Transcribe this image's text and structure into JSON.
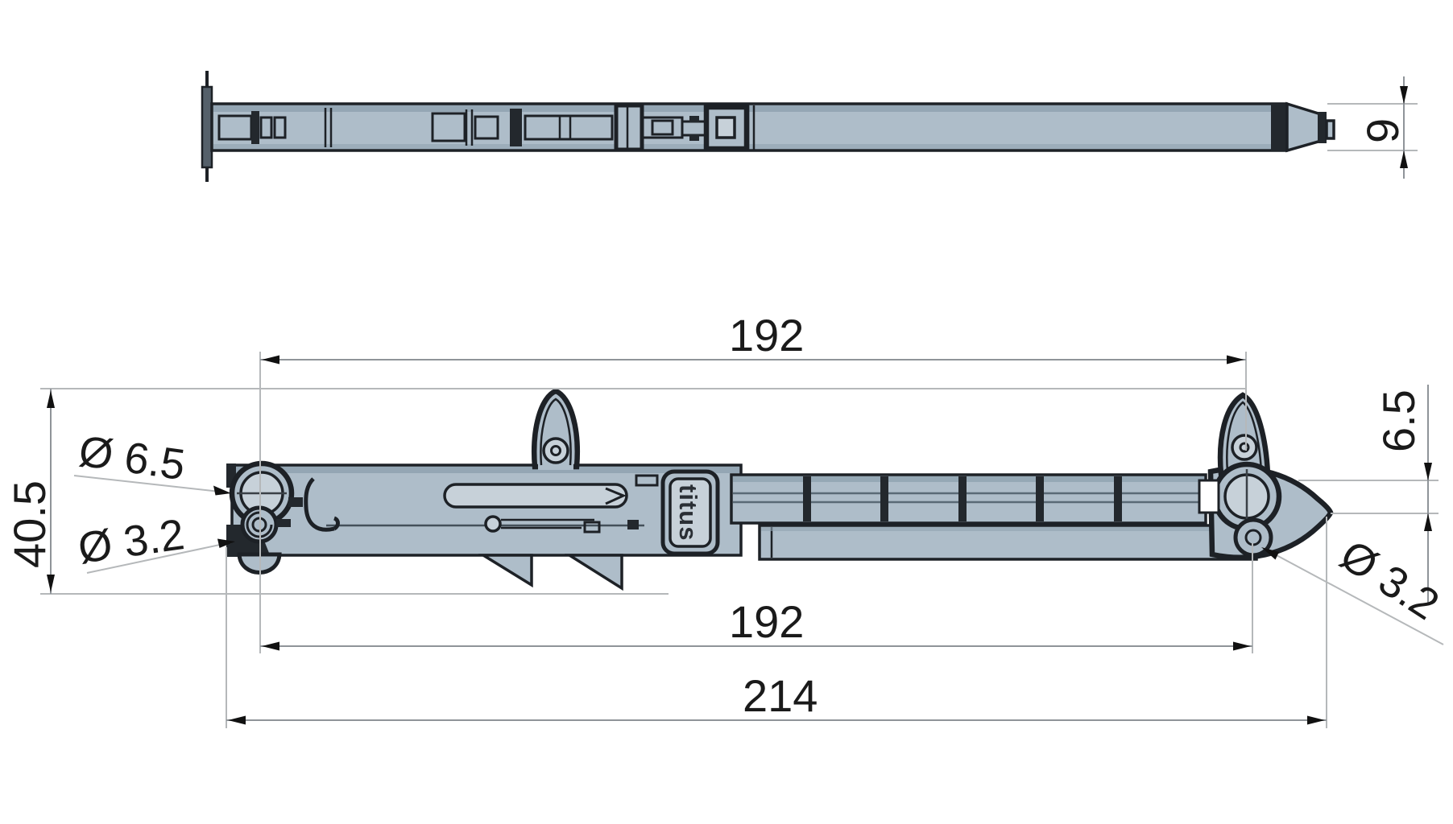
{
  "drawing": {
    "logo_text": "titus",
    "colors": {
      "background": "#ffffff",
      "part_fill": "#aebdc9",
      "part_fill_light": "#c7d1d9",
      "part_fill_dark": "#8fa2b0",
      "outline": "#1d2126",
      "dim_line": "#8f9499",
      "ext_line": "#b5b8ba",
      "arrow": "#111111",
      "text": "#1a1a1a"
    },
    "dimensions": {
      "rail_thickness": "9",
      "hole_pitch_top": "192",
      "overall_height": "40.5",
      "large_hole_dia": "Ø 6.5",
      "small_hole_dia_left": "Ø 3.2",
      "tip_offset": "6.5",
      "small_hole_dia_right": "Ø 3.2",
      "hole_pitch_bottom": "192",
      "overall_length": "214"
    }
  }
}
